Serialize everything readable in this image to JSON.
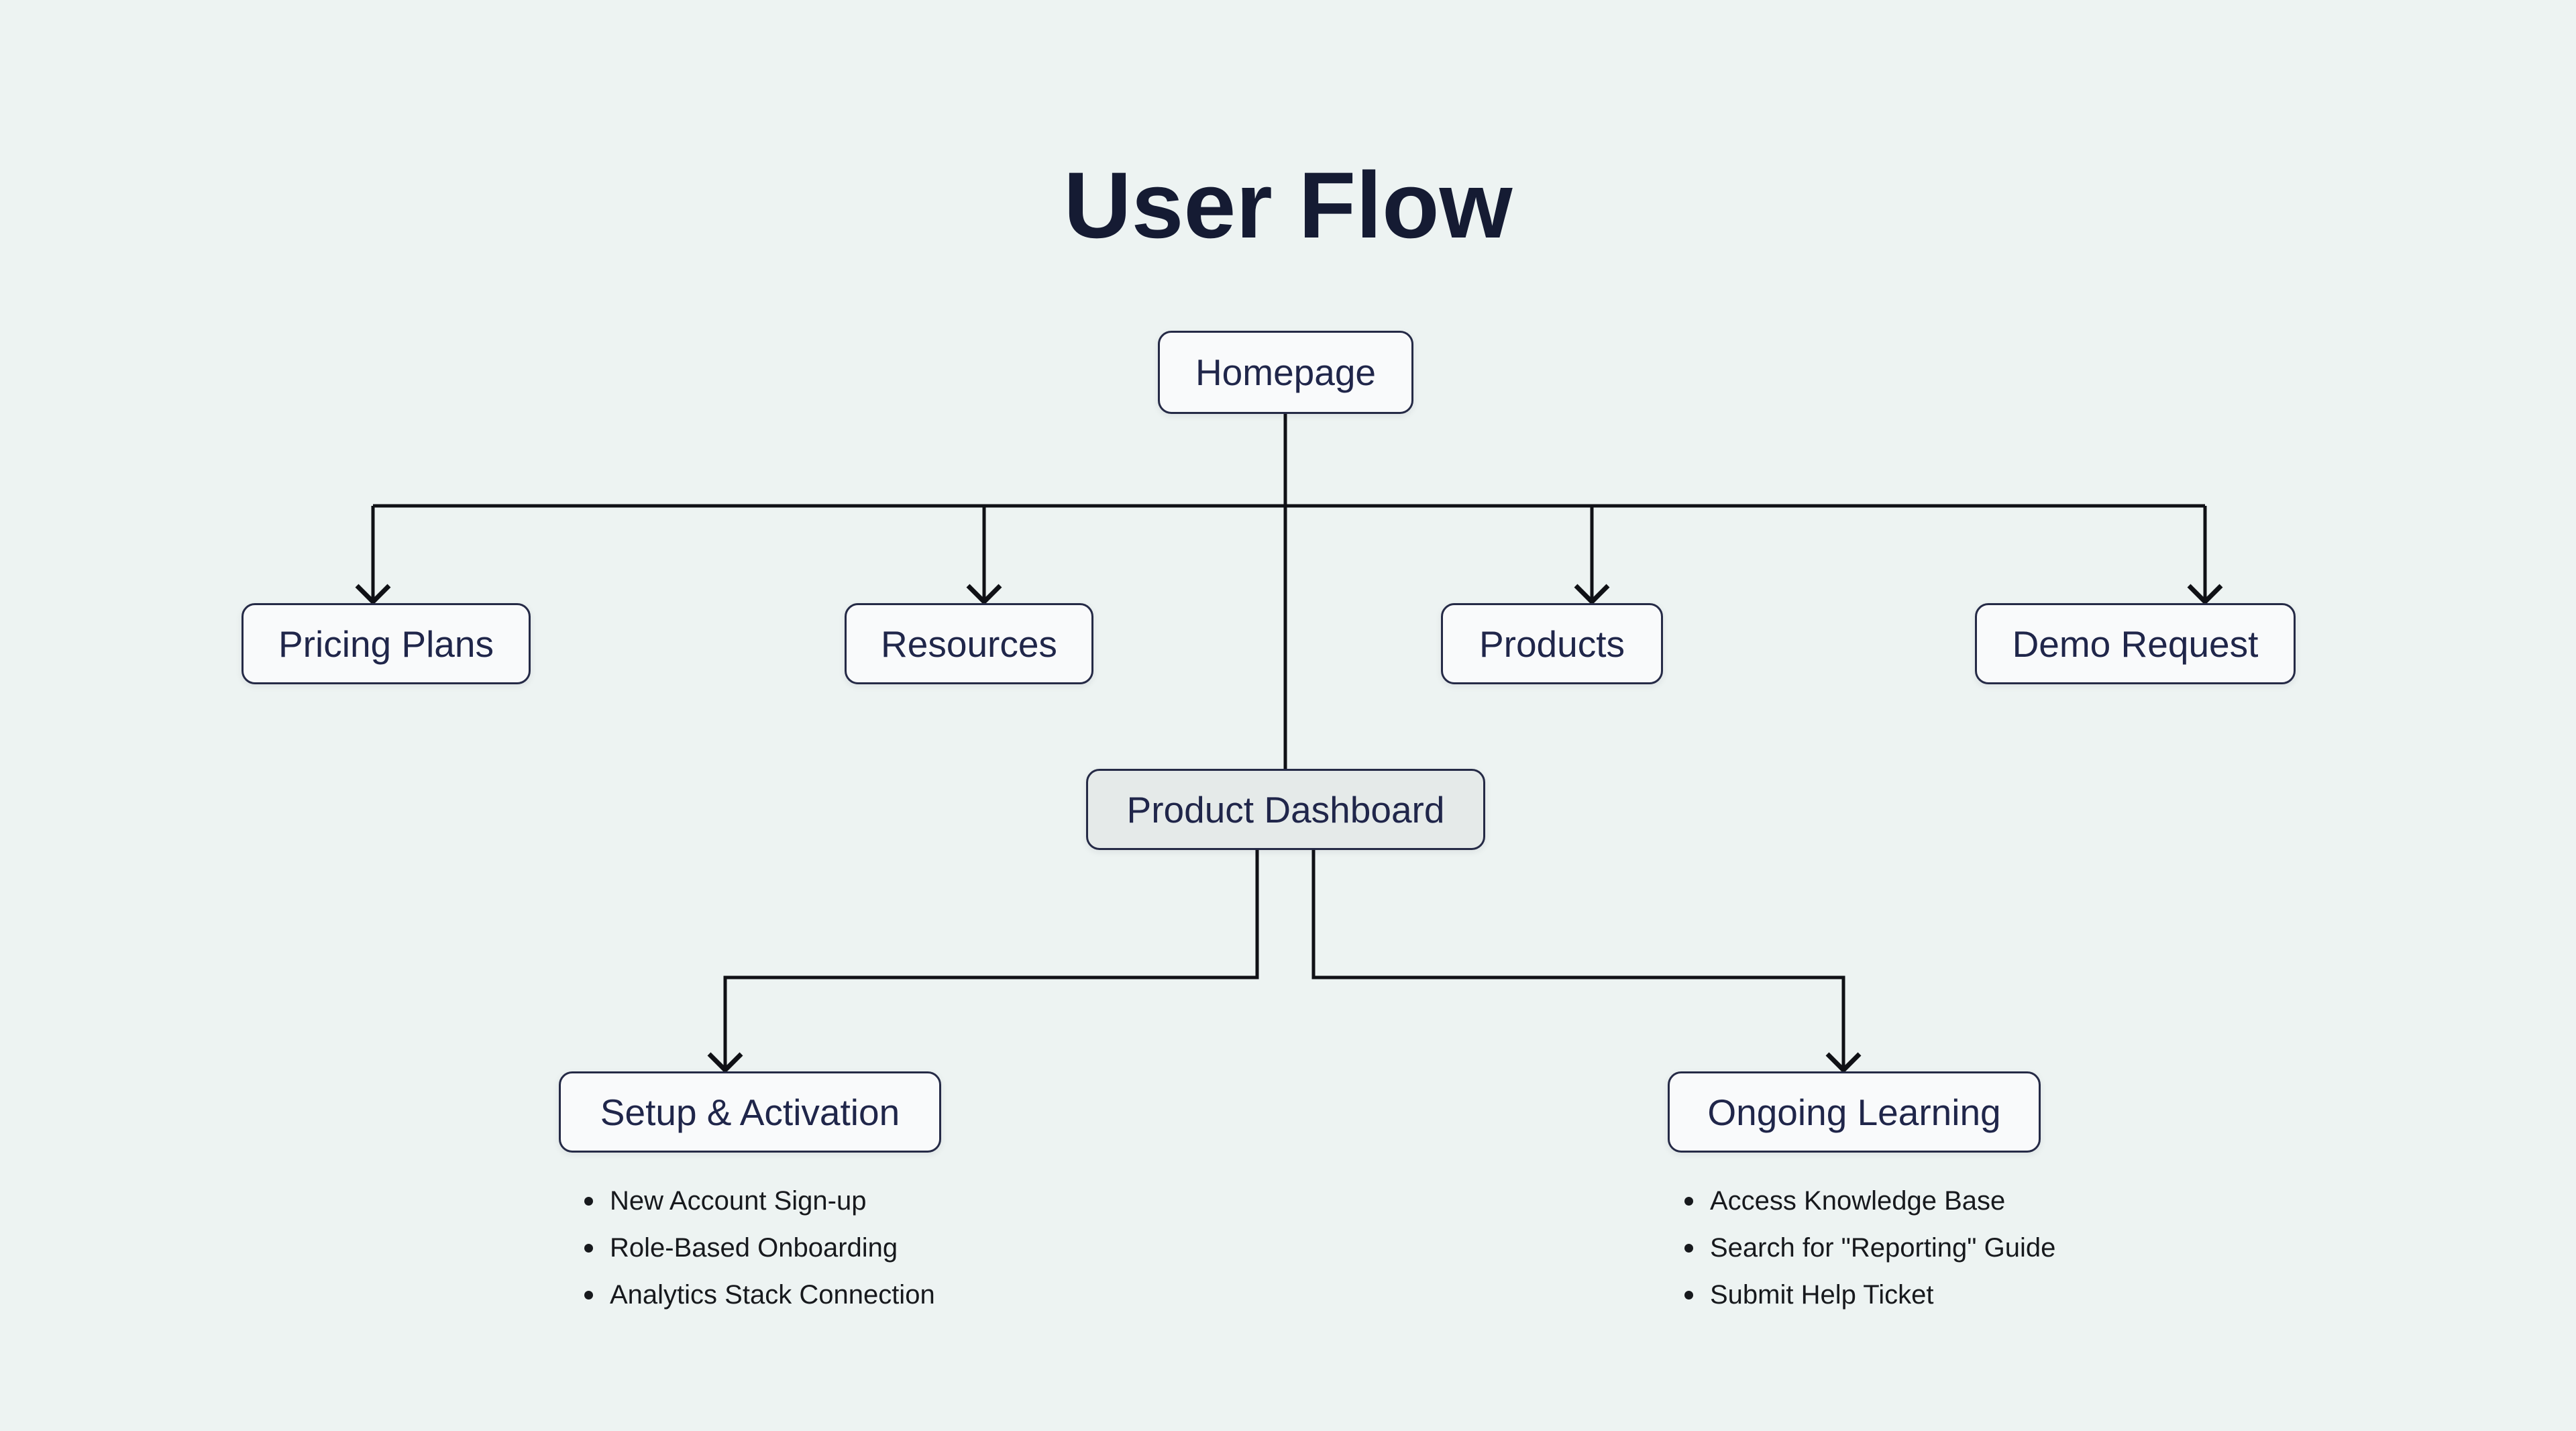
{
  "title": "User Flow",
  "colors": {
    "background": "#edf3f2",
    "node_fill": "#f9fafb",
    "node_fill_highlight": "#e5eae9",
    "node_border": "#252a46",
    "node_text": "#20264a",
    "title_text": "#151b33",
    "connector": "#101116",
    "bullet_text": "#17191d"
  },
  "nodes": {
    "homepage": {
      "label": "Homepage"
    },
    "pricing_plans": {
      "label": "Pricing Plans"
    },
    "resources": {
      "label": "Resources"
    },
    "products": {
      "label": "Products"
    },
    "demo_request": {
      "label": "Demo Request"
    },
    "product_dashboard": {
      "label": "Product Dashboard"
    },
    "setup_activation": {
      "label": "Setup & Activation",
      "bullets": [
        "New Account Sign-up",
        "Role-Based Onboarding",
        "Analytics Stack Connection"
      ]
    },
    "ongoing_learning": {
      "label": "Ongoing Learning",
      "bullets": [
        "Access Knowledge Base",
        "Search for \"Reporting\" Guide",
        "Submit Help Ticket"
      ]
    }
  },
  "edges": [
    {
      "from": "Homepage",
      "to": "Pricing Plans"
    },
    {
      "from": "Homepage",
      "to": "Resources"
    },
    {
      "from": "Homepage",
      "to": "Products"
    },
    {
      "from": "Homepage",
      "to": "Demo Request"
    },
    {
      "from": "Homepage",
      "to": "Product Dashboard"
    },
    {
      "from": "Product Dashboard",
      "to": "Setup & Activation"
    },
    {
      "from": "Product Dashboard",
      "to": "Ongoing Learning"
    }
  ]
}
